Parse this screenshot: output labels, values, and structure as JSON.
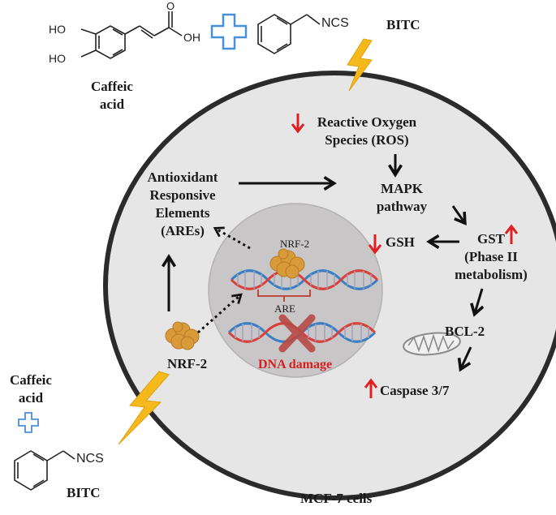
{
  "compounds": {
    "top_left_name_line1": "Caffeic",
    "top_left_name_line2": "acid",
    "top_right_name": "BITC",
    "bottom_left_name_line1": "Caffeic",
    "bottom_left_name_line2": "acid",
    "bottom_left_bitc": "BITC",
    "oh_1": "HO",
    "oh_2": "HO",
    "oh_3": "OH",
    "ncs_top": "NCS",
    "ncs_bottom": "NCS"
  },
  "cell": {
    "caption": "MCF-7 cells"
  },
  "pathway": {
    "ros_line1": "Reactive Oxygen",
    "ros_line2": "Species (ROS)",
    "mapk_line1": "MAPK",
    "mapk_line2": "pathway",
    "gst_line1": "GST",
    "gst_line2": "(Phase II",
    "gst_line3": "metabolism)",
    "gsh": "GSH",
    "bcl2": "BCL-2",
    "caspase": "Caspase  3/7",
    "are_line1": "Antioxidant",
    "are_line2": "Responsive",
    "are_line3": "Elements",
    "are_line4": "(AREs)",
    "nrf2_outside": "NRF-2"
  },
  "nucleus": {
    "nrf2_label": "NRF-2",
    "are_label": "ARE",
    "dna_damage": "DNA damage"
  },
  "colors": {
    "cell_fill": "#e6e6e6",
    "nucleus_fill": "#c8c6c6",
    "membrane": "#2b2b2b",
    "up_down_arrow": "#e02020",
    "lightning": "#f5b91c",
    "plus": "#4a90d9",
    "protein": "#d99a3a",
    "dna_blue": "#3a7fc4",
    "dna_red": "#d9403a",
    "damage_x": "#b84a45"
  },
  "icons": [
    "lightning-icon",
    "plus-icon",
    "protein-icon",
    "dna-helix-icon",
    "mitochondrion-icon",
    "up-arrow-icon",
    "down-arrow-icon"
  ]
}
